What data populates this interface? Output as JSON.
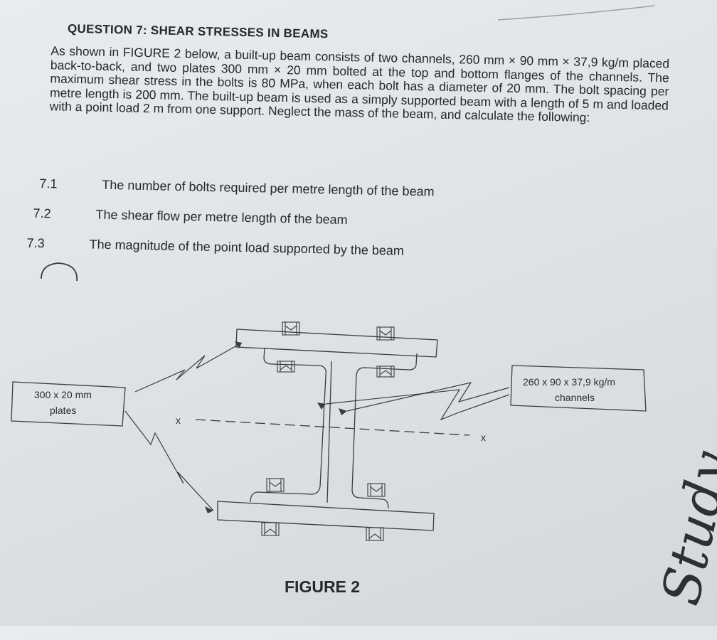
{
  "question": {
    "title": "QUESTION 7: SHEAR STRESSES IN BEAMS",
    "body": "As shown in FIGURE 2 below, a built-up beam consists of two channels, 260 mm × 90 mm × 37,9 kg/m placed back-to-back, and two plates 300 mm × 20 mm bolted at the top and bottom flanges of the channels. The maximum shear stress in the bolts is 80 MPa, when each bolt has a diameter of 20 mm. The bolt spacing per metre length is 200 mm. The built-up beam is used as a simply supported beam with a length of 5 m and loaded with a point load 2 m from one support. Neglect the mass of the beam, and calculate the following:",
    "items": [
      {
        "number": "7.1",
        "text": "The number of bolts required per metre length of the beam"
      },
      {
        "number": "7.2",
        "text": "The shear flow per metre length of the beam"
      },
      {
        "number": "7.3",
        "text": "The magnitude of the point load supported by the beam"
      }
    ]
  },
  "figure": {
    "plates_label": [
      "300 x 20 mm",
      "plates"
    ],
    "channels_label": [
      "260 x 90 x 37,9 kg/m",
      "channels"
    ],
    "axis_left": "x",
    "axis_right": "x",
    "caption": "FIGURE 2"
  },
  "handwriting": "Study"
}
